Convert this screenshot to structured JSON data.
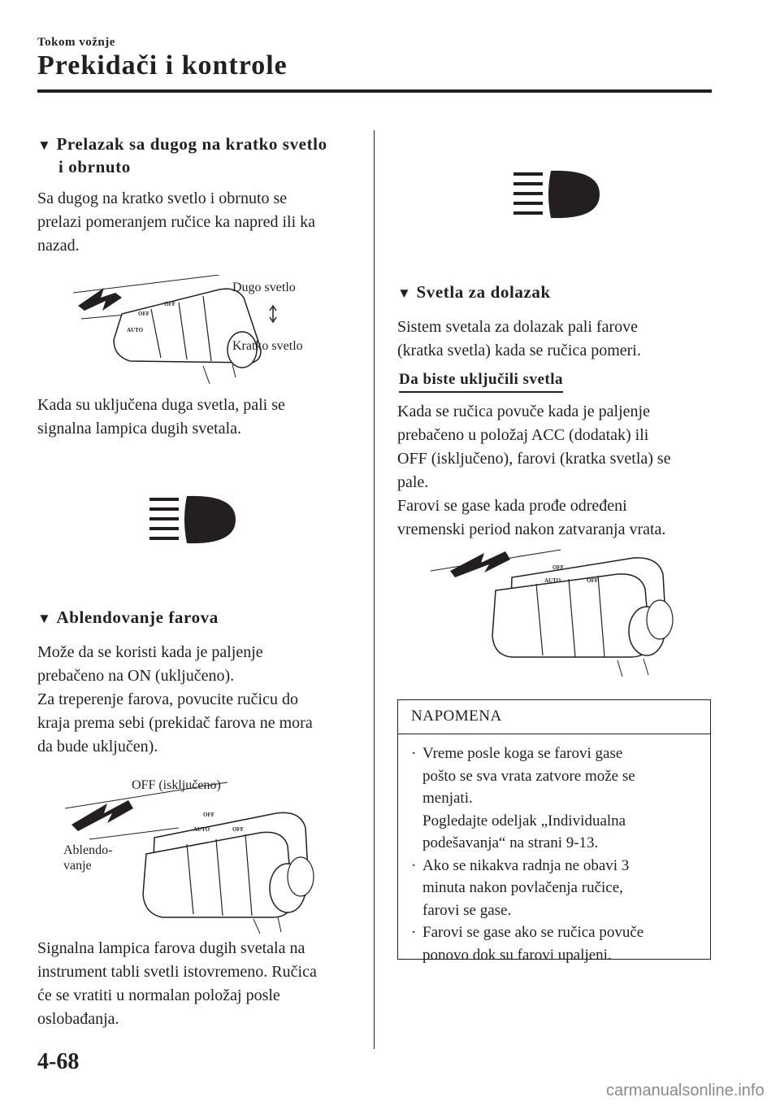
{
  "header": {
    "section_small": "Tokom vožnje",
    "section_title": "Prekidači i kontrole"
  },
  "left": {
    "heading1": "Prelazak sa dugog na kratko svetlo",
    "heading1_line2": "i obrnuto",
    "para1": [
      "Sa dugog na kratko svetlo i obrnuto se",
      "prelazi pomeranjem ručice ka napred ili ka",
      "nazad."
    ],
    "fig1_label_top": "Dugo svetlo",
    "fig1_label_bottom": "Kratko svetlo",
    "para2": [
      "Kada su uključena duga svetla, pali se",
      "signalna lampica dugih svetala."
    ],
    "heading2": "Ablendovanje farova",
    "para3": [
      "Može da se koristi kada je paljenje",
      "prebačeno na ON (uključeno).",
      "Za treperenje farova, povucite ručicu do",
      "kraja prema sebi (prekidač farova ne mora",
      "da bude uključen)."
    ],
    "fig2_label_off": "OFF (isključeno)",
    "fig2_label_ablendo_1": "Ablendo-",
    "fig2_label_ablendo_2": "vanje",
    "para4": [
      "Signalna lampica farova dugih svetala na",
      "instrument tabli svetli istovremeno. Ručica",
      "će se vratiti u normalan položaj posle",
      "oslobađanja."
    ]
  },
  "right": {
    "heading3": "Svetla za dolazak",
    "para5": [
      "Sistem svetala za dolazak pali farove",
      "(kratka svetla) kada se ručica pomeri."
    ],
    "subheading": "Da biste uključili svetla",
    "para6": [
      "Kada se ručica povuče kada je paljenje",
      "prebačeno u položaj ACC (dodatak) ili",
      "OFF (isključeno), farovi (kratka svetla) se",
      "pale.",
      "Farovi se gase kada prođe određeni",
      "vremenski period nakon zatvaranja vrata."
    ],
    "note_title": "NAPOMENA",
    "note_items": [
      "Vreme posle koga se farovi gase\npošto se sva vrata zatvore može se\nmenjati.\nPogledajte odeljak „Individualna\npodešavanja“ na strani 9-13.",
      "Ako se nikakva radnja ne obavi 3\nminuta nakon povlačenja ručice,\nfarovi se gase.",
      "Farovi se gase ako se ručica povuče\nponovo dok su farovi upaljeni."
    ]
  },
  "switch_labels": {
    "off": "OFF",
    "auto": "AUTO"
  },
  "page_number": "4-68",
  "watermark": "carmanualsonline.info",
  "icons": [
    "high-beam-indicator-icon",
    "triangle-bullet-icon",
    "lever-switch-illustration"
  ]
}
